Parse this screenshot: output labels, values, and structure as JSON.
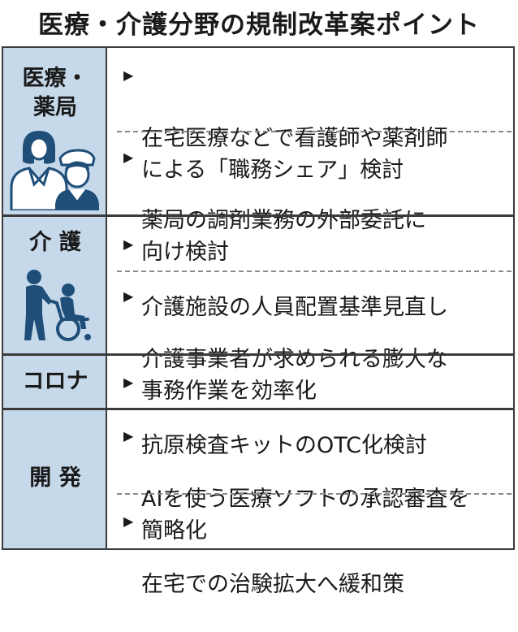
{
  "title": "医療・介護分野の規制改革案ポイント",
  "categories": [
    {
      "label": "医療・\n薬局",
      "icon": "doctor-and-nurse-icon",
      "items": [
        "在宅医療などで看護師や薬剤師\nによる「職務シェア」検討",
        "薬局の調剤業務の外部委託に\n向け検討"
      ]
    },
    {
      "label": "介 護",
      "icon": "caregiver-wheelchair-icon",
      "items": [
        "介護施設の人員配置基準見直し",
        "介護事業者が求められる膨大な\n事務作業を効率化"
      ]
    },
    {
      "label": "コロナ",
      "items": [
        "抗原検査キットのOTC化検討"
      ]
    },
    {
      "label": "開 発",
      "items": [
        "AIを使う医療ソフトの承認審査を\n簡略化",
        "在宅での治験拡大へ緩和策"
      ]
    }
  ],
  "bullet_glyph": "▶",
  "colors": {
    "category_bg": "#c6d9ea",
    "icon": "#1f4e79",
    "text": "#1a1a1a",
    "border": "#3a3a3a"
  }
}
